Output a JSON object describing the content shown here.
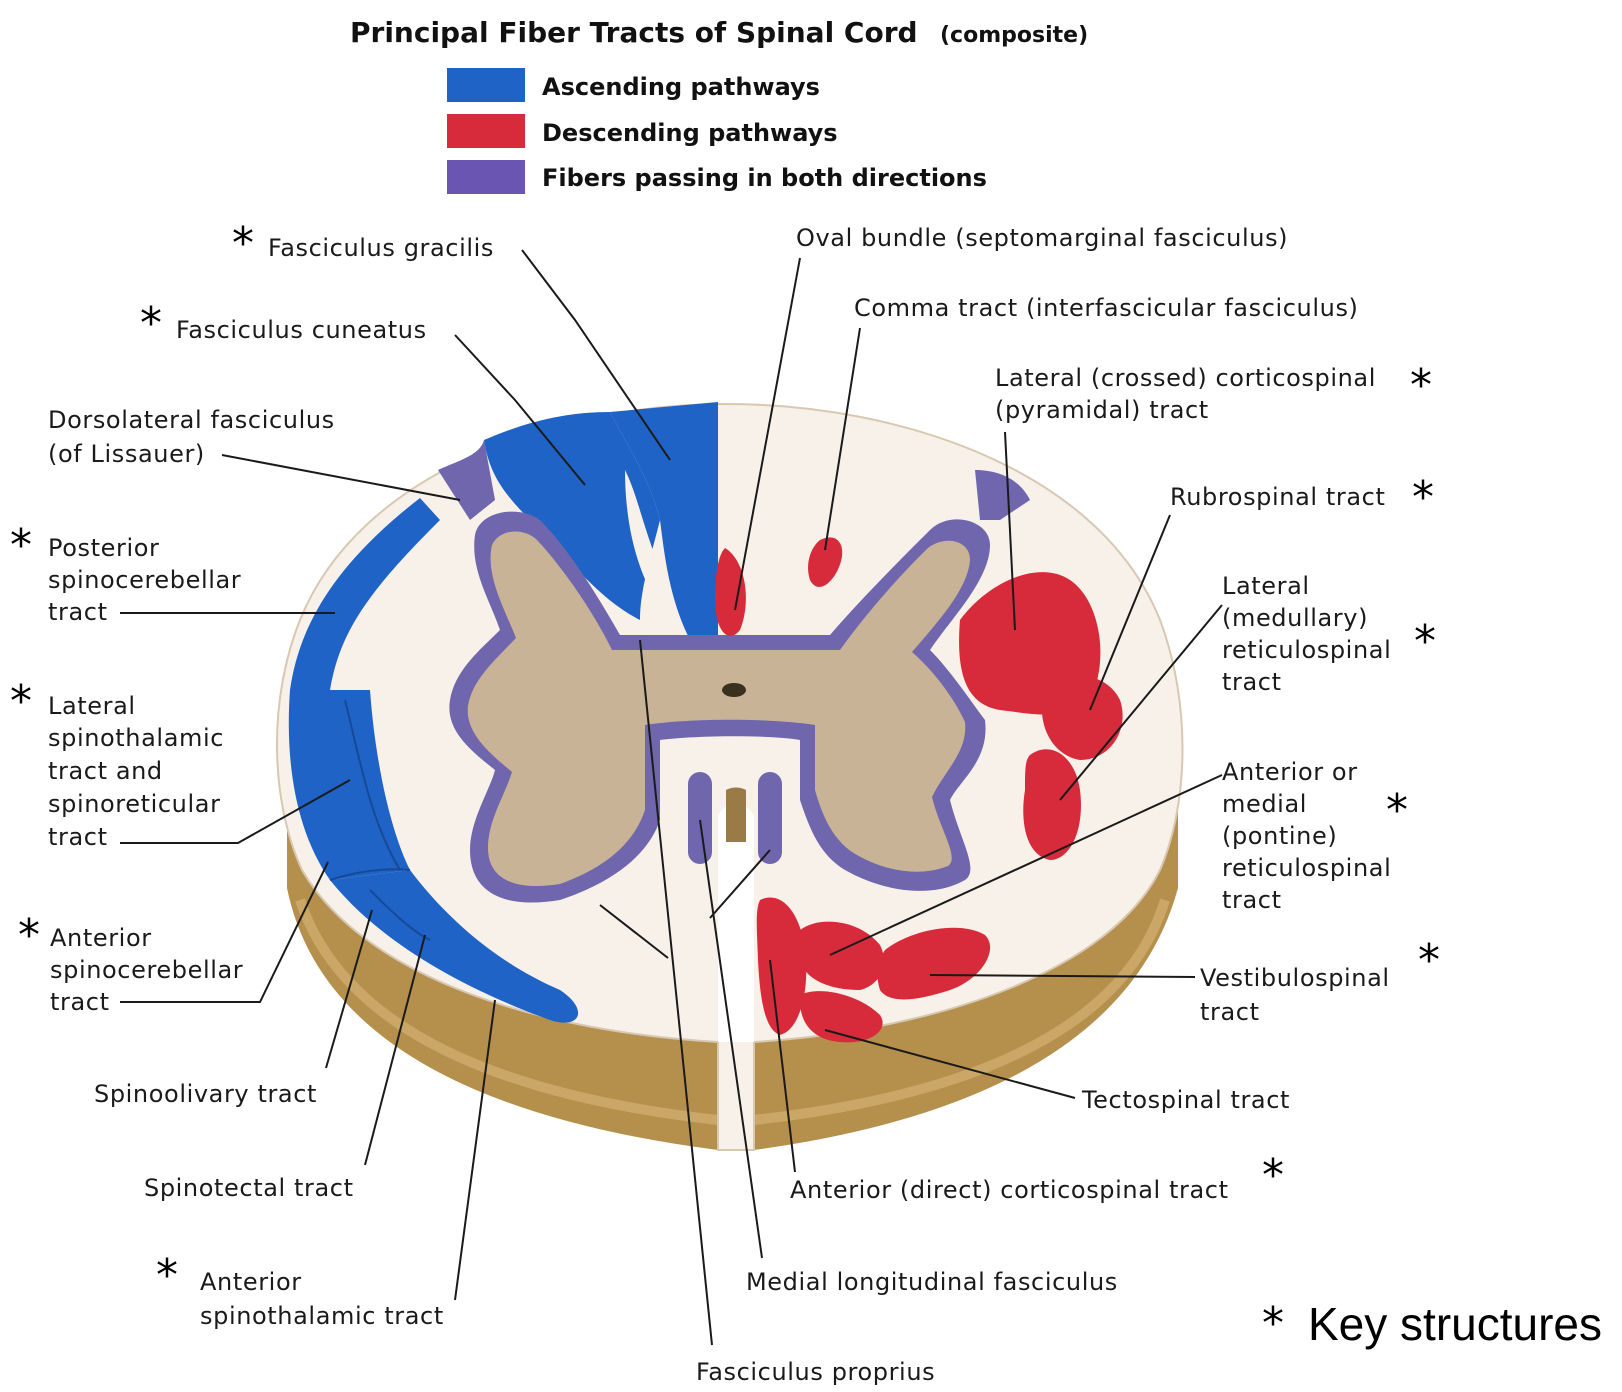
{
  "title": "Principal Fiber Tracts of Spinal Cord",
  "title_suffix": "(composite)",
  "legend": [
    {
      "label": "Ascending pathways",
      "color": "#1f63c6"
    },
    {
      "label": "Descending pathways",
      "color": "#d72a3a"
    },
    {
      "label": "Fibers passing in both directions",
      "color": "#6a55b2"
    }
  ],
  "colors": {
    "gray_matter": "#c9b396",
    "white_matter": "#f7f1ea",
    "cord_side": "#b58f4c",
    "purple_border": "#6f66ae"
  },
  "asterisk": "*",
  "key_note": "Key structures",
  "labels": {
    "fasciculus_gracilis": "Fasciculus gracilis",
    "fasciculus_cuneatus": "Fasciculus cuneatus",
    "dorsolateral_l1": "Dorsolateral fasciculus",
    "dorsolateral_l2": "(of Lissauer)",
    "post_spinocereb_l1": "Posterior",
    "post_spinocereb_l2": "spinocerebellar",
    "post_spinocereb_l3": "tract",
    "lat_spinothal_l1": "Lateral",
    "lat_spinothal_l2": "spinothalamic",
    "lat_spinothal_l3": "tract and",
    "lat_spinothal_l4": "spinoreticular",
    "lat_spinothal_l5": "tract",
    "ant_spinocereb_l1": "Anterior",
    "ant_spinocereb_l2": "spinocerebellar",
    "ant_spinocereb_l3": "tract",
    "spinoolivary": "Spinoolivary tract",
    "spinotectal": "Spinotectal tract",
    "ant_spinothal_l1": "Anterior",
    "ant_spinothal_l2": "spinothalamic tract",
    "oval_bundle": "Oval bundle (septomarginal fasciculus)",
    "comma_tract": "Comma tract (interfascicular fasciculus)",
    "lat_corticospinal_l1": "Lateral (crossed) corticospinal",
    "lat_corticospinal_l2": "(pyramidal) tract",
    "rubrospinal": "Rubrospinal tract",
    "lat_reticulo_l1": "Lateral",
    "lat_reticulo_l2": "(medullary)",
    "lat_reticulo_l3": "reticulospinal",
    "lat_reticulo_l4": "tract",
    "ant_reticulo_l1": "Anterior or",
    "ant_reticulo_l2": "medial",
    "ant_reticulo_l3": "(pontine)",
    "ant_reticulo_l4": "reticulospinal",
    "ant_reticulo_l5": "tract",
    "vestibulospinal_l1": "Vestibulospinal",
    "vestibulospinal_l2": "tract",
    "tectospinal": "Tectospinal tract",
    "ant_corticospinal": "Anterior (direct) corticospinal tract",
    "medial_longitudinal": "Medial longitudinal fasciculus",
    "fasciculus_proprius": "Fasciculus proprius"
  }
}
